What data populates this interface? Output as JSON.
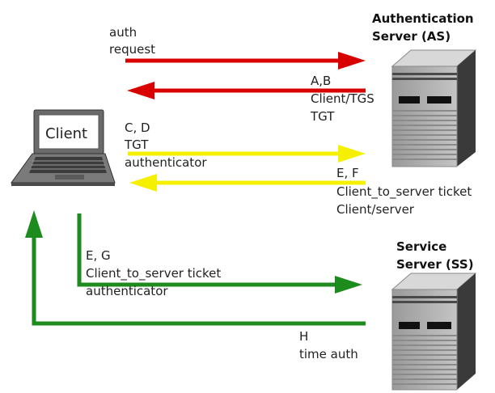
{
  "servers": {
    "as_title_line1": "Authentication",
    "as_title_line2": "Server (AS)",
    "ss_title_line1": "Service",
    "ss_title_line2": "Server (SS)"
  },
  "client": {
    "label": "Client"
  },
  "messages": {
    "auth_request": {
      "line1": "auth",
      "line2": "request"
    },
    "ab": {
      "line1": "A,B",
      "line2": "Client/TGS",
      "line3": "TGT"
    },
    "cd": {
      "line1": "C, D",
      "line2": "TGT",
      "line3": "authenticator"
    },
    "ef": {
      "line1": "E, F",
      "line2": "Client_to_server ticket",
      "line3": "Client/server"
    },
    "eg": {
      "line1": "E, G",
      "line2": "Client_to_server ticket",
      "line3": "authenticator"
    },
    "h": {
      "line1": "H",
      "line2": "time auth"
    }
  },
  "colors": {
    "red_arrow": "#d90000",
    "yellow_arrow": "#f5f000",
    "green_arrow": "#1e8b1e"
  }
}
